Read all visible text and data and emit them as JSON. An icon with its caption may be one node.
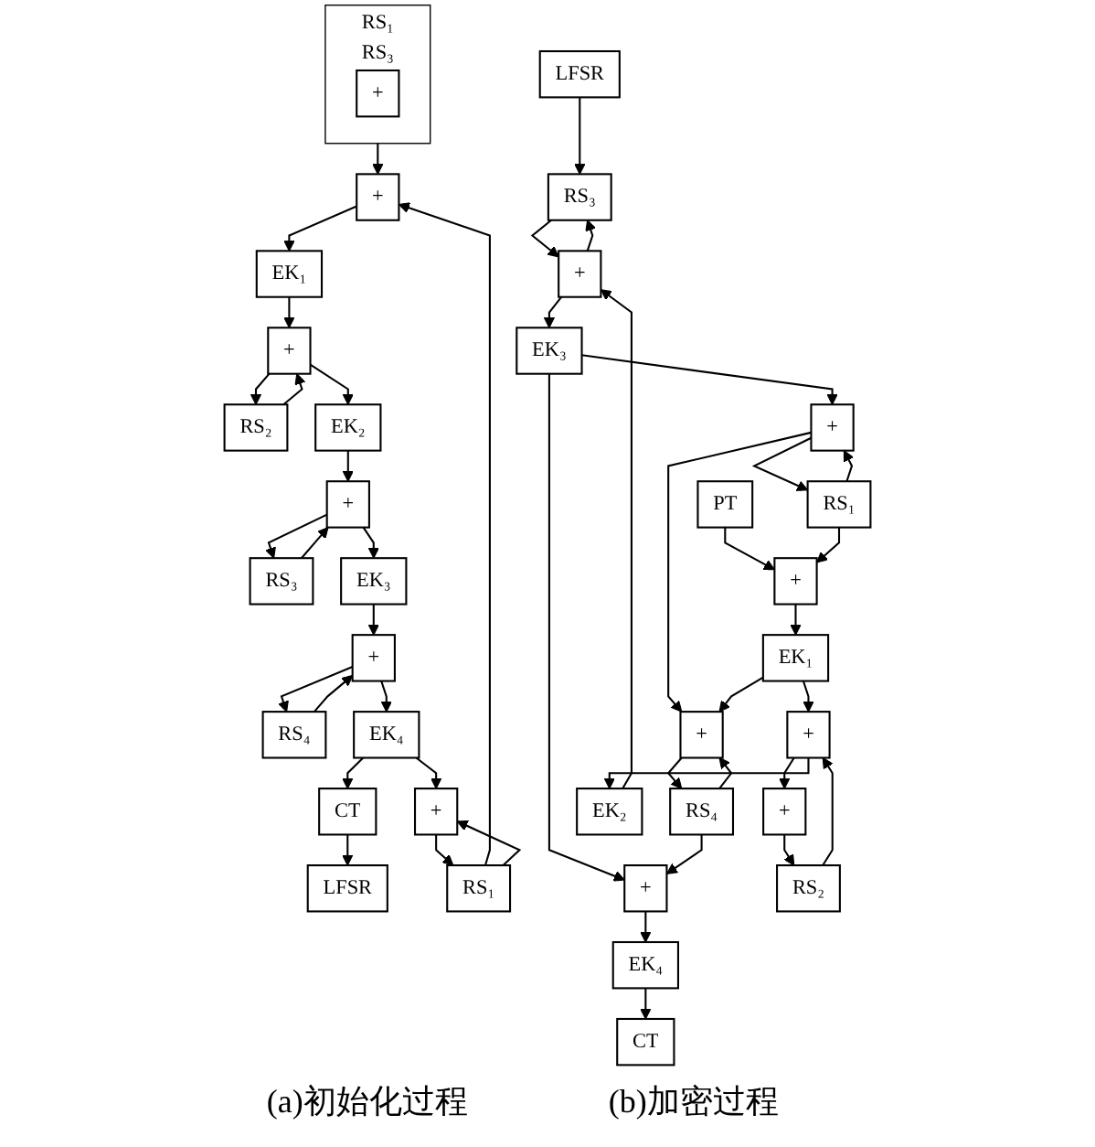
{
  "diagram": {
    "nodes": [
      {
        "text": [
          "RS₁",
          "RS₃"
        ]
      },
      {
        "text": [
          "+"
        ],
        "in": 0
      },
      {
        "text": [
          "RS₁"
        ]
      },
      {
        "text": [
          "+"
        ]
      },
      {
        "text": [
          "+"
        ]
      },
      {
        "text": [
          "EK₁"
        ]
      },
      {
        "text": [
          "RS₂"
        ]
      },
      {
        "text": [
          "+"
        ]
      },
      {
        "text": [
          "EK₂"
        ]
      },
      {
        "text": [
          "RS₃"
        ]
      },
      {
        "text": [
          "+"
        ]
      },
      {
        "text": [
          "EK₃"
        ]
      },
      {
        "text": [
          "RS₄"
        ]
      },
      {
        "text": [
          "+"
        ]
      },
      {
        "text": [
          "EK₄"
        ]
      },
      {
        "text": [
          "LFSR"
        ]
      },
      {
        "text": [
          "CT"
        ]
      },
      {
        "text": [
          "PT"
        ]
      },
      {
        "text": [
          "RS₁"
        ]
      },
      {
        "text": [
          "+"
        ]
      },
      {
        "text": [
          "+"
        ]
      },
      {
        "text": [
          "EK₁"
        ]
      },
      {
        "text": [
          "RS₂"
        ]
      },
      {
        "text": [
          "+"
        ]
      },
      {
        "text": [
          "+"
        ]
      },
      {
        "text": [
          "EK₂"
        ]
      },
      {
        "text": [
          "LFSR"
        ]
      },
      {
        "text": [
          "RS₃"
        ]
      },
      {
        "text": [
          "+"
        ]
      },
      {
        "text": [
          "EK₃"
        ]
      },
      {
        "text": [
          "RS₄"
        ]
      },
      {
        "text": [
          "+"
        ]
      },
      {
        "text": [
          "+"
        ]
      },
      {
        "text": [
          "EK₄"
        ]
      },
      {
        "text": [
          "CT"
        ]
      }
    ],
    "edges": [
      {
        "from": 0,
        "to": 3,
        "arrow": "to"
      },
      {
        "from": 2,
        "to": 3,
        "arrow": "to"
      },
      {
        "from": 2,
        "to": 4,
        "arrow": "to"
      },
      {
        "from": 4,
        "to": 2,
        "arrow": "to"
      },
      {
        "from": 3,
        "to": 5,
        "arrow": "to"
      },
      {
        "from": 5,
        "to": 7,
        "arrow": "to"
      },
      {
        "from": 6,
        "to": 7,
        "arrow": "to"
      },
      {
        "from": 7,
        "to": 6,
        "arrow": "to"
      },
      {
        "from": 7,
        "to": 8,
        "arrow": "to"
      },
      {
        "from": 8,
        "to": 10,
        "arrow": "to"
      },
      {
        "from": 9,
        "to": 10,
        "arrow": "to"
      },
      {
        "from": 10,
        "to": 9,
        "arrow": "to"
      },
      {
        "from": 10,
        "to": 11,
        "arrow": "to"
      },
      {
        "from": 11,
        "to": 13,
        "arrow": "to"
      },
      {
        "from": 12,
        "to": 13,
        "arrow": "to"
      },
      {
        "from": 13,
        "to": 12,
        "arrow": "to"
      },
      {
        "from": 13,
        "to": 14,
        "arrow": "to"
      },
      {
        "from": 14,
        "to": 16,
        "arrow": "to"
      },
      {
        "from": 14,
        "to": 4,
        "arrow": "to"
      },
      {
        "from": 16,
        "to": 15,
        "arrow": "to"
      },
      {
        "from": 17,
        "to": 19,
        "arrow": "to"
      },
      {
        "from": 18,
        "to": 19,
        "arrow": "to"
      },
      {
        "from": 18,
        "to": 20,
        "arrow": "to"
      },
      {
        "from": 20,
        "to": 18,
        "arrow": "to"
      },
      {
        "from": 20,
        "to": 32,
        "arrow": "to"
      },
      {
        "from": 19,
        "to": 21,
        "arrow": "to"
      },
      {
        "from": 21,
        "to": 23,
        "arrow": "to"
      },
      {
        "from": 21,
        "to": 32,
        "arrow": "to"
      },
      {
        "from": 22,
        "to": 23,
        "arrow": "to"
      },
      {
        "from": 23,
        "to": 24,
        "arrow": "to"
      },
      {
        "from": 24,
        "to": 22,
        "arrow": "to"
      },
      {
        "from": 23,
        "to": 25,
        "arrow": "to"
      },
      {
        "from": 25,
        "to": 28,
        "arrow": "to"
      },
      {
        "from": 26,
        "to": 27,
        "arrow": "to"
      },
      {
        "from": 27,
        "to": 28,
        "arrow": "to"
      },
      {
        "from": 28,
        "to": 27,
        "arrow": "to"
      },
      {
        "from": 28,
        "to": 29,
        "arrow": "to"
      },
      {
        "from": 29,
        "to": 31,
        "arrow": "to"
      },
      {
        "from": 29,
        "to": 20,
        "arrow": "to"
      },
      {
        "from": 30,
        "to": 31,
        "arrow": "to"
      },
      {
        "from": 30,
        "to": 32,
        "arrow": "to"
      },
      {
        "from": 32,
        "to": 30,
        "arrow": "to"
      },
      {
        "from": 31,
        "to": 33,
        "arrow": "to"
      },
      {
        "from": 33,
        "to": 34,
        "arrow": "to"
      }
    ],
    "labels": [
      "(a)初始化过程",
      "(b)加密过程"
    ]
  }
}
